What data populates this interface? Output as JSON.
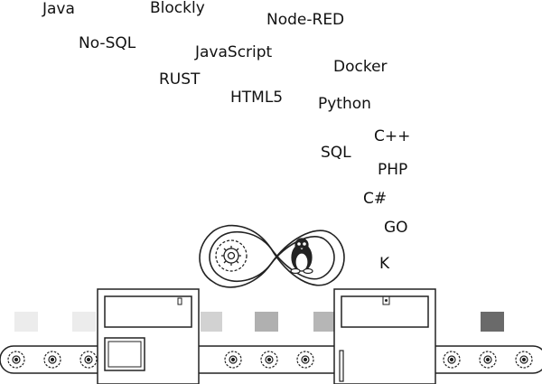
{
  "words": {
    "java": "Java",
    "blockly": "Blockly",
    "nodered": "Node-RED",
    "nosql": "No-SQL",
    "javascript": "JavaScript",
    "docker": "Docker",
    "rust": "RUST",
    "html5": "HTML5",
    "python": "Python",
    "cpp": "C++",
    "sql": "SQL",
    "php": "PHP",
    "csharp": "C#",
    "go": "GO",
    "k": "K"
  },
  "icons": {
    "logo": "infinity-loop-logo",
    "gear": "gear-icon",
    "linux": "tux-penguin-icon"
  },
  "colors": {
    "stroke": "#222222",
    "block_light": "#ececec",
    "block_mid": "#bcbcbc",
    "block_dark": "#6a6a6a"
  }
}
